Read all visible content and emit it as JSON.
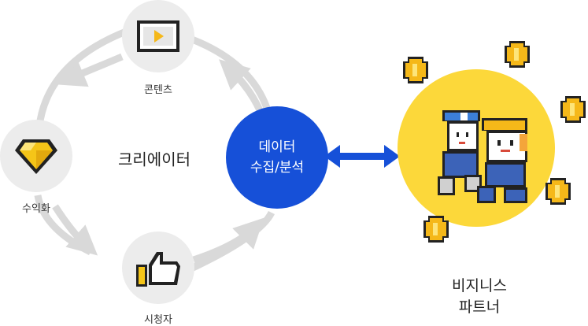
{
  "nodes": {
    "content": "콘텐츠",
    "monetization": "수익화",
    "viewers": "시청자"
  },
  "cycle_center": "크리에이터",
  "data_node": {
    "line1": "데이터",
    "line2": "수집/분석"
  },
  "partner": {
    "line1": "비지니스",
    "line2": "파트너"
  },
  "colors": {
    "node_bg": "#ececec",
    "arrow": "#d9d9d9",
    "data_blue": "#1650d8",
    "partner_yellow": "#fcd83a",
    "coin": "#f5b819"
  },
  "icons": [
    "video-icon",
    "gem-icon",
    "thumbs-up-icon",
    "coin-icon",
    "mascot-characters"
  ]
}
